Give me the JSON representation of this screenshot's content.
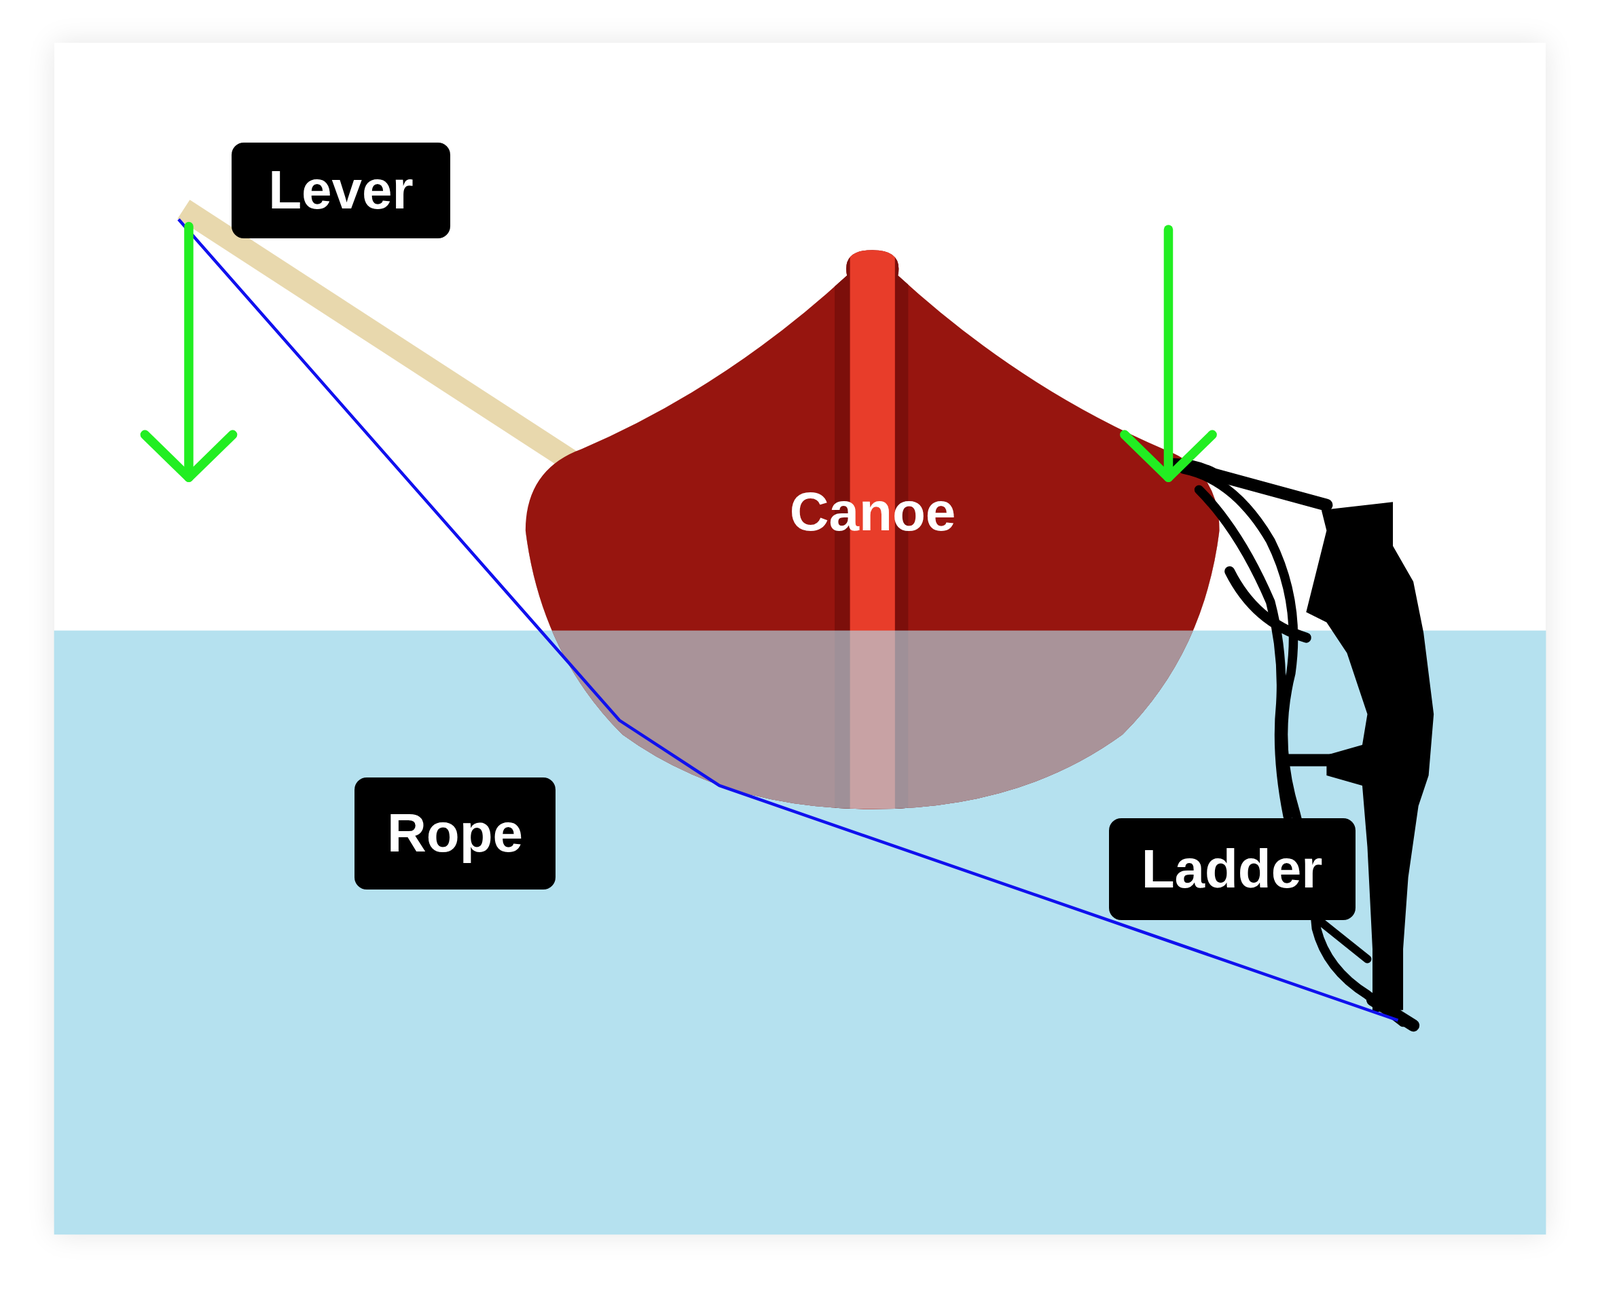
{
  "diagram": {
    "nodes": [
      {
        "text": [
          "Lever"
        ]
      },
      {
        "text": [
          "Rope"
        ]
      },
      {
        "text": [
          "Ladder"
        ]
      }
    ],
    "labels": [
      "Canoe"
    ]
  }
}
